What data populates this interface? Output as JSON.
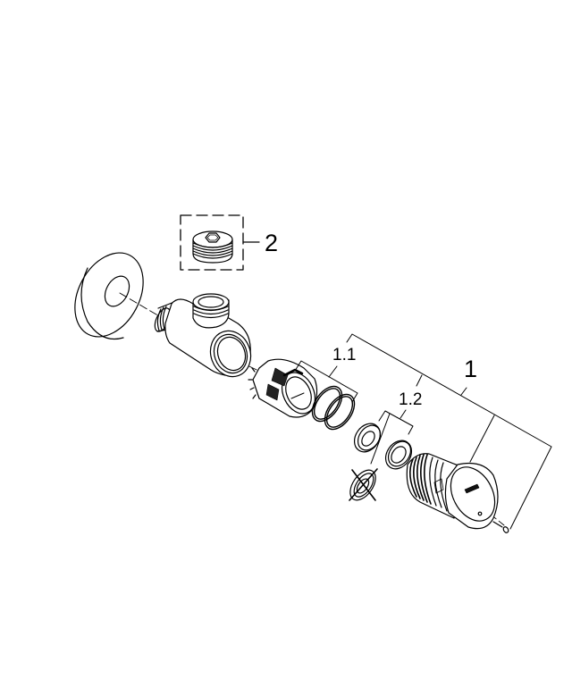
{
  "diagram": {
    "type": "exploded-parts-view",
    "stroke_color": "#000000",
    "background_color": "#ffffff",
    "callouts": [
      {
        "id": "2",
        "label": "2",
        "part": "threaded-plug-with-hex-socket"
      },
      {
        "id": "1",
        "label": "1",
        "part": "cartridge-assembly"
      },
      {
        "id": "1.1",
        "label": "1.1",
        "part": "cartridge-body-with-o-rings"
      },
      {
        "id": "1.2",
        "label": "1.2",
        "part": "washer-set"
      }
    ],
    "parts": [
      "wall-rosette",
      "angle-valve-body",
      "threaded-plug",
      "cartridge-sleeve",
      "o-ring-1",
      "o-ring-2",
      "washer-1",
      "washer-2",
      "crossed-out-washer",
      "cartridge-with-cap",
      "fixing-screw"
    ]
  }
}
